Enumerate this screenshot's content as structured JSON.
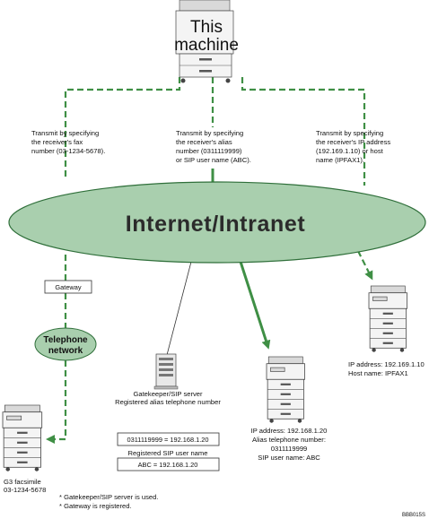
{
  "this_machine": {
    "line1": "This",
    "line2": "machine"
  },
  "captions": {
    "fax_number": [
      "Transmit by specifying",
      "the receiver's fax",
      "number (03-1234-5678)."
    ],
    "alias": [
      "Transmit by specifying",
      "the receiver's alias",
      "number (0311119999)",
      "or SIP user name (ABC)."
    ],
    "ip": [
      "Transmit by specifying",
      "the receiver's IP address",
      "(192.169.1.10) or host",
      "name (IPFAX1)."
    ]
  },
  "network_label": "Internet/Intranet",
  "gateway_label": "Gateway",
  "telephone_network": {
    "line1": "Telephone",
    "line2": "network"
  },
  "gatekeeper": {
    "title": [
      "Gatekeeper/SIP server",
      "Registered alias telephone number"
    ],
    "alias_mapping": "0311119999 = 192.168.1.20",
    "sip_title": "Registered SIP user name",
    "sip_mapping": "ABC = 192.168.1.20"
  },
  "receiver_g3": [
    "G3 facsimile",
    "03-1234-5678"
  ],
  "receiver_sip": [
    "IP address: 192.168.1.20",
    "Alias telephone number:",
    "0311119999",
    "SIP user name: ABC"
  ],
  "receiver_ip": [
    "IP address: 192.169.1.10",
    "Host name: IPFAX1"
  ],
  "notes": [
    "* Gatekeeper/SIP server is used.",
    "* Gateway is registered."
  ],
  "figure_code": "BBB015S",
  "colors": {
    "green_line": "#3f8f45",
    "ellipse_fill": "#a9cfae",
    "ellipse_stroke": "#2f6f3a"
  }
}
